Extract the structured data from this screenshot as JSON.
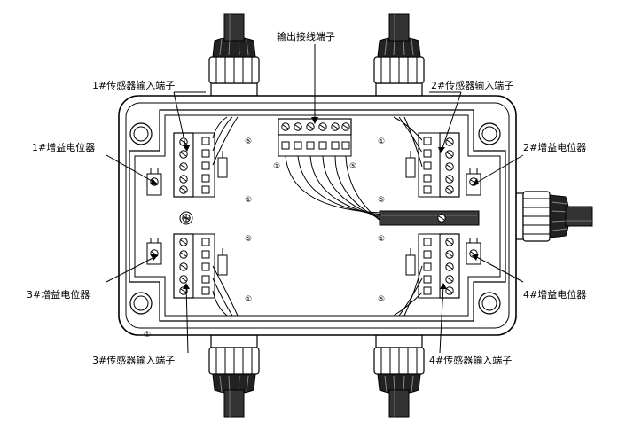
{
  "labels": {
    "output_terminal": "输出接线端子",
    "sensor1_terminal": "1#传感器输入端子",
    "sensor2_terminal": "2#传感器输入端子",
    "sensor3_terminal": "3#传感器输入端子",
    "sensor4_terminal": "4#传感器输入端子",
    "pot1": "1#增益电位器",
    "pot2": "2#增益电位器",
    "pot3": "3#增益电位器",
    "pot4": "4#增益电位器"
  },
  "pin_markers": {
    "one": "①",
    "five": "⑤"
  },
  "colors": {
    "line": "#000000",
    "cable": "#3a3a3a",
    "gland": "#222222",
    "background": "#ffffff"
  }
}
